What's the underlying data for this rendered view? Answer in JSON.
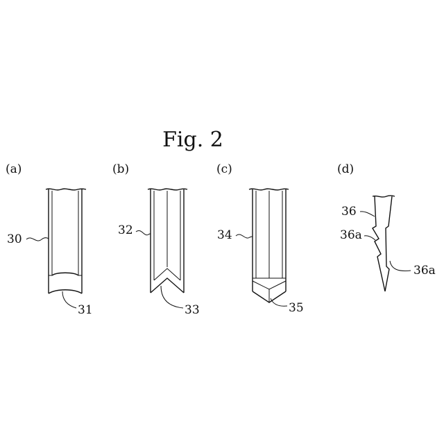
{
  "figure": {
    "title": "Fig. 2",
    "panels": [
      {
        "label": "(a)",
        "refs": [
          "30",
          "31"
        ]
      },
      {
        "label": "(b)",
        "refs": [
          "32",
          "33"
        ]
      },
      {
        "label": "(c)",
        "refs": [
          "34",
          "35"
        ]
      },
      {
        "label": "(d)",
        "refs": [
          "36",
          "36a",
          "36a"
        ]
      }
    ]
  }
}
